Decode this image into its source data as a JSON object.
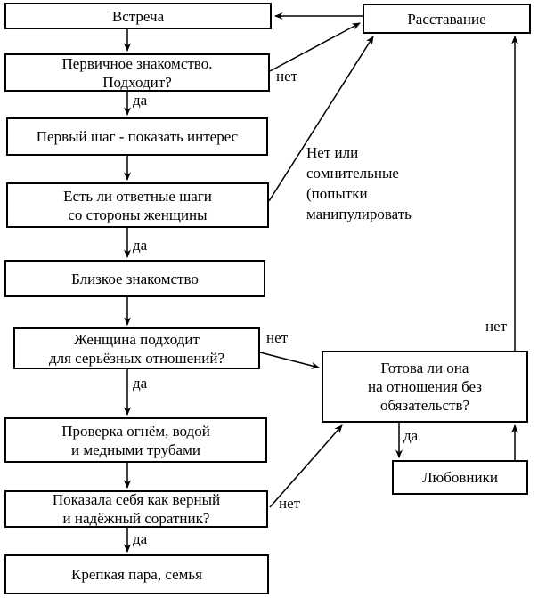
{
  "diagram_type": "flowchart",
  "language": "ru",
  "colors": {
    "line": "#000000",
    "box_border": "#000000",
    "box_fill": "#ffffff",
    "text": "#000000",
    "background": "#ffffff"
  },
  "nodes": {
    "vstrecha": {
      "label": "Встреча"
    },
    "rasstavanie": {
      "label": "Расставание"
    },
    "pervichnoe": {
      "label": "Первичное знакомство.\nПодходит?"
    },
    "perviy_shag": {
      "label": "Первый шаг - показать интерес"
    },
    "otvetnye_shagi": {
      "label": "Есть ли ответные шаги\nсо стороны женщины"
    },
    "blizkoe": {
      "label": "Близкое знакомство"
    },
    "zhenshchina": {
      "label": "Женщина подходит\nдля серьёзных отношений?"
    },
    "proverka": {
      "label": "Проверка огнём, водой\nи медными трубами"
    },
    "pokazala": {
      "label": "Показала себя как верный\nи надёжный соратник?"
    },
    "krepkaya": {
      "label": "Крепкая пара, семья"
    },
    "gotova": {
      "label": "Готова ли она\nна отношения без\nобязательств?"
    },
    "lyubovniki": {
      "label": "Любовники"
    }
  },
  "edge_labels": {
    "da1": "да",
    "da2": "да",
    "da3": "да",
    "da4": "да",
    "da5": "да",
    "net1": "нет",
    "net2": "нет",
    "net3": "нет",
    "net4": "нет",
    "reject_note": "Нет или\nсомнительные\n(попытки\nманипулировать"
  }
}
